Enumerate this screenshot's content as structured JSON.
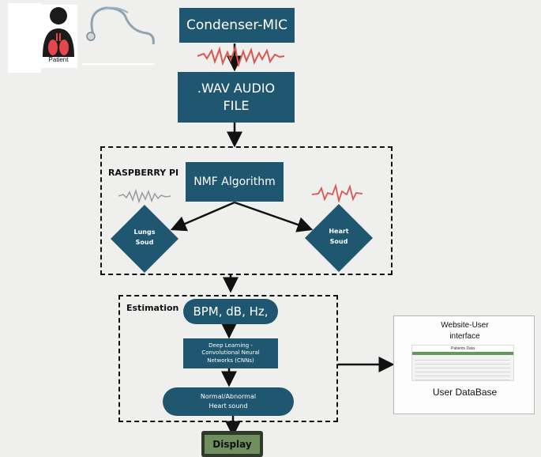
{
  "patient": {
    "label": "Patient"
  },
  "mic": {
    "label": "Condenser-MIC"
  },
  "wav": {
    "line1": ".WAV AUDIO",
    "line2": "FILE"
  },
  "raspberry": {
    "label": "RASPBERRY PI"
  },
  "nmf": {
    "label": "NMF Algorithm"
  },
  "lungs": {
    "line1": "Lungs",
    "line2": "Soud"
  },
  "heart": {
    "line1": "Heart",
    "line2": "Soud"
  },
  "estimation": {
    "label": "Estimation"
  },
  "metrics": {
    "label": "BPM, dB, Hz,"
  },
  "cnn": {
    "line1": "Deep Learning -",
    "line2": "Convolutional Neural",
    "line3": "Networks (CNNs)"
  },
  "result": {
    "line1": "Normal/Abnormal",
    "line2": "Heart sound"
  },
  "display": {
    "label": "Display"
  },
  "website": {
    "line1": "Website-User",
    "line2": "interface",
    "table_title": "Patients Data",
    "db_label": "User DataBase"
  },
  "colors": {
    "box": "#1f5670",
    "wave_red": "#d8584f",
    "wave_gray": "#9a9a9a",
    "lung": "#e3474b",
    "lcd_green": "#6f8f5e"
  }
}
